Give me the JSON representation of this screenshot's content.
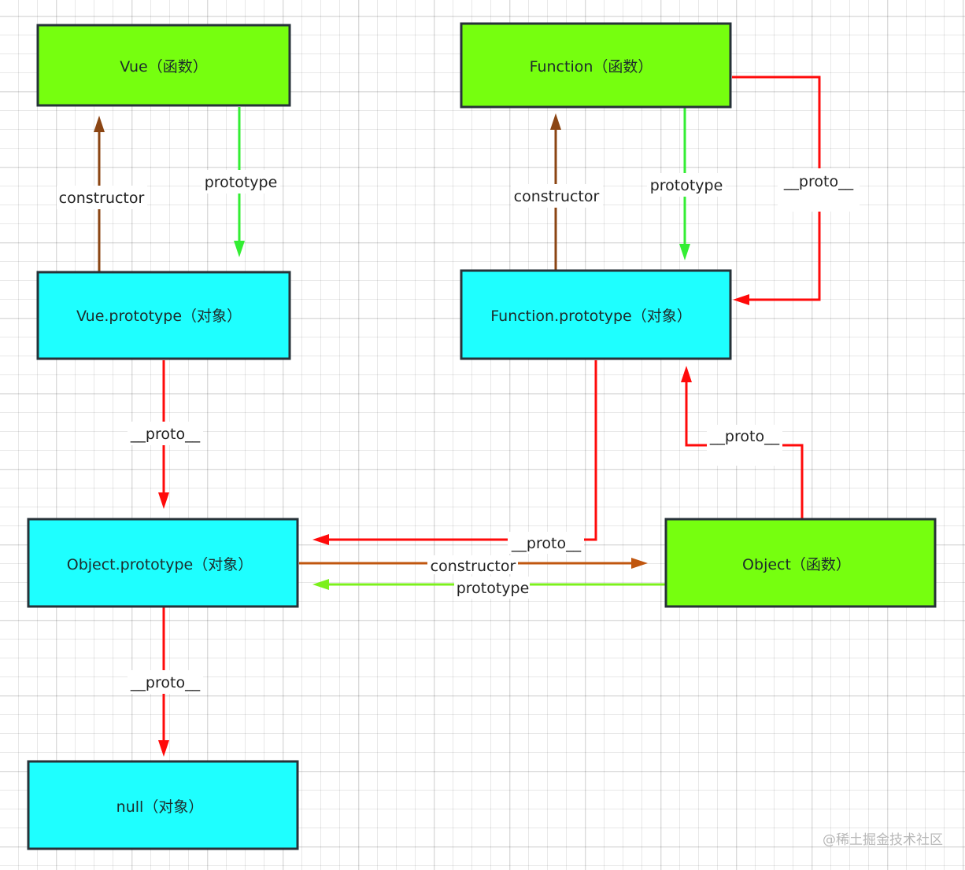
{
  "colors": {
    "function_fill": "#76FF0F",
    "object_fill": "#1EFFFF",
    "border": "#263238",
    "proto_edge": "#FF0A0A",
    "constructor_edge": "#8B4513",
    "constructor_edge_horizontal": "#C0560E",
    "prototype_edge": "#33EE33",
    "prototype_edge_horizontal": "#7CF01C"
  },
  "nodes": [
    {
      "id": "vue",
      "label": "Vue（函数）",
      "kind": "function"
    },
    {
      "id": "function",
      "label": "Function（函数）",
      "kind": "function"
    },
    {
      "id": "vue_prototype",
      "label": "Vue.prototype（对象）",
      "kind": "object"
    },
    {
      "id": "function_prototype",
      "label": "Function.prototype（对象）",
      "kind": "object"
    },
    {
      "id": "object_prototype",
      "label": "Object.prototype（对象）",
      "kind": "object"
    },
    {
      "id": "object",
      "label": "Object（函数）",
      "kind": "function"
    },
    {
      "id": "null",
      "label": "null（对象）",
      "kind": "object"
    }
  ],
  "edges": [
    {
      "id": "vue-prototype",
      "from": "vue",
      "to": "vue_prototype",
      "label": "prototype",
      "type": "prototype"
    },
    {
      "id": "vueproto-constructor",
      "from": "vue_prototype",
      "to": "vue",
      "label": "constructor",
      "type": "constructor"
    },
    {
      "id": "vueproto-proto",
      "from": "vue_prototype",
      "to": "object_prototype",
      "label": "__proto__",
      "type": "proto"
    },
    {
      "id": "function-prototype",
      "from": "function",
      "to": "function_prototype",
      "label": "prototype",
      "type": "prototype"
    },
    {
      "id": "fnproto-constructor",
      "from": "function_prototype",
      "to": "function",
      "label": "constructor",
      "type": "constructor"
    },
    {
      "id": "function-proto",
      "from": "function",
      "to": "function_prototype",
      "label": "__proto__",
      "type": "proto"
    },
    {
      "id": "fnproto-proto",
      "from": "function_prototype",
      "to": "object_prototype",
      "label": "__proto__",
      "type": "proto"
    },
    {
      "id": "objproto-constructor",
      "from": "object_prototype",
      "to": "object",
      "label": "constructor",
      "type": "constructor"
    },
    {
      "id": "object-prototype",
      "from": "object",
      "to": "object_prototype",
      "label": "prototype",
      "type": "prototype"
    },
    {
      "id": "object-proto",
      "from": "object",
      "to": "function_prototype",
      "label": "__proto__",
      "type": "proto"
    },
    {
      "id": "objproto-proto",
      "from": "object_prototype",
      "to": "null",
      "label": "__proto__",
      "type": "proto"
    }
  ],
  "watermark": "@稀土掘金技术社区"
}
